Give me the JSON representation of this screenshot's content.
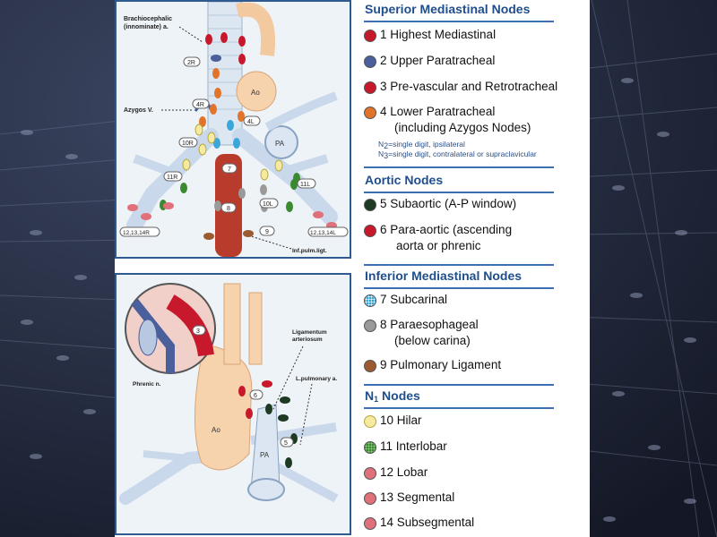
{
  "colors": {
    "red": "#c8182b",
    "blue": "#4a5f9c",
    "orange": "#e2742a",
    "dark_green": "#1e3a22",
    "subcarinal": "#3ba6d9",
    "gray": "#9a9a9a",
    "brown": "#9b5a2f",
    "yellow_outline": "#f5eaa0",
    "green": "#3a8a30",
    "pink": "#e0707a",
    "heading": "#1f4e8c"
  },
  "top_diagram": {
    "label_brachiocephalic": "Brachiocephalic\n(innominate) a.",
    "label_azygos": "Azygos V.",
    "label_ao": "Ao",
    "label_pa": "PA",
    "label_inf_pulm": "Inf.pulm.ligt.",
    "station_labels": [
      "2R",
      "4R",
      "4L",
      "10R",
      "11R",
      "7",
      "8",
      "10L",
      "11L",
      "9",
      "12,13,14R",
      "12,13,14L"
    ]
  },
  "bottom_diagram": {
    "label_ligamentum": "Ligamentum\narteriosum",
    "label_l_pulmonary": "L.pulmonary a.",
    "label_phrenic": "Phrenic n.",
    "label_ao": "Ao",
    "label_pa": "PA",
    "station_labels": [
      "3",
      "6",
      "5"
    ]
  },
  "legend": {
    "superior": {
      "title": "Superior Mediastinal Nodes",
      "items": [
        {
          "text": "1 Highest Mediastinal",
          "color": "red",
          "icon": "red-dot-icon"
        },
        {
          "text": "2 Upper Paratracheal",
          "color": "blue",
          "icon": "blue-dot-icon"
        },
        {
          "text": "3 Pre-vascular and Retrotracheal",
          "color": "red",
          "icon": "red-dot-icon"
        },
        {
          "text": "4 Lower Paratracheal",
          "text2": "(including Azygos Nodes)",
          "color": "orange",
          "icon": "orange-dot-icon"
        }
      ],
      "note_prefix": "N",
      "note1_sub": "2",
      "note1_text": "=single digit, ipsilateral",
      "note2_sub": "3",
      "note2_text": "=single digit, contralateral or supraclavicular"
    },
    "aortic": {
      "title": "Aortic Nodes",
      "items": [
        {
          "text": "5  Subaortic (A-P window)",
          "color": "dark_green",
          "icon": "dark-green-dot-icon"
        },
        {
          "text": "6  Para-aortic (ascending",
          "text2": "aorta or phrenic",
          "color": "red",
          "icon": "red-dot-icon"
        }
      ]
    },
    "inferior": {
      "title": "Inferior Mediastinal Nodes",
      "items": [
        {
          "text": "7 Subcarinal",
          "color": "subcarinal",
          "icon": "blue-dotted-dot-icon"
        },
        {
          "text": "8  Paraesophageal",
          "text2": "(below carina)",
          "color": "gray",
          "icon": "gray-dot-icon"
        },
        {
          "text": "9  Pulmonary Ligament",
          "color": "brown",
          "icon": "brown-dot-icon"
        }
      ]
    },
    "n1": {
      "title_main": "N",
      "title_sub": "1",
      "title_rest": " Nodes",
      "items": [
        {
          "text": "10 Hilar",
          "color": "yellow_outline",
          "icon": "yellow-dot-icon"
        },
        {
          "text": "11 Interlobar",
          "color": "green",
          "icon": "green-dot-icon"
        },
        {
          "text": "12  Lobar",
          "color": "pink",
          "icon": "pink-dot-icon"
        },
        {
          "text": "13  Segmental",
          "color": "pink",
          "icon": "pink-dot-icon"
        },
        {
          "text": "14 Subsegmental",
          "color": "pink",
          "icon": "pink-dot-icon"
        }
      ]
    }
  }
}
